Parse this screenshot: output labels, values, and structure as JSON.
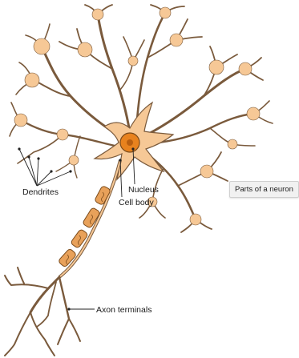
{
  "labels": {
    "dendrites": "Dendrites",
    "nucleus": "Nucleus",
    "cell_body": "Cell body",
    "axon_terminals": "Axon terminals"
  },
  "tooltip": "Parts of a neuron",
  "colors": {
    "membrane": "#7a5a3c",
    "cytoplasm": "#f6c896",
    "nucleus_fill": "#e8821e",
    "myelin": "#e8a15a",
    "leader": "#222222"
  }
}
